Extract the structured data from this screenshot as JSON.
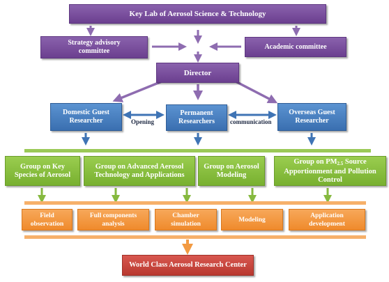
{
  "colors": {
    "purple": "#7b519d",
    "blue": "#4a80c2",
    "green": "#8cc43f",
    "orange": "#f39a3f",
    "red": "#c4453d",
    "bar_green": "#9bc957",
    "bar_orange": "#f6b06a"
  },
  "lab": "Key Lab of Aerosol Science & Technology",
  "strategy": "Strategy  advisory\ncommittee",
  "academic": "Academic committee",
  "director": "Director",
  "domestic": "Domestic Guest\nResearcher",
  "permanent": "Permanent\nResearchers",
  "overseas": "Overseas Guest\nResearcher",
  "opening_label": "Opening",
  "communication_label": "communication",
  "groups": {
    "key_species": "Group on Key\nSpecies of Aerosol",
    "advanced": "Group on Advanced Aerosol\nTechnology and Applications",
    "modeling": "Group on Aerosol\nModeling",
    "pm_prefix": "Group on PM",
    "pm_sub": "2.5",
    "pm_suffix": " Source\nApportionment and Pollution\nControl"
  },
  "activities": {
    "field": "Field\nobservation",
    "full": "Full components\nanalysis",
    "chamber": "Chamber\nsimulation",
    "modeling": "Modeling",
    "application": "Application\ndevelopment"
  },
  "center": "World Class Aerosol Research Center"
}
